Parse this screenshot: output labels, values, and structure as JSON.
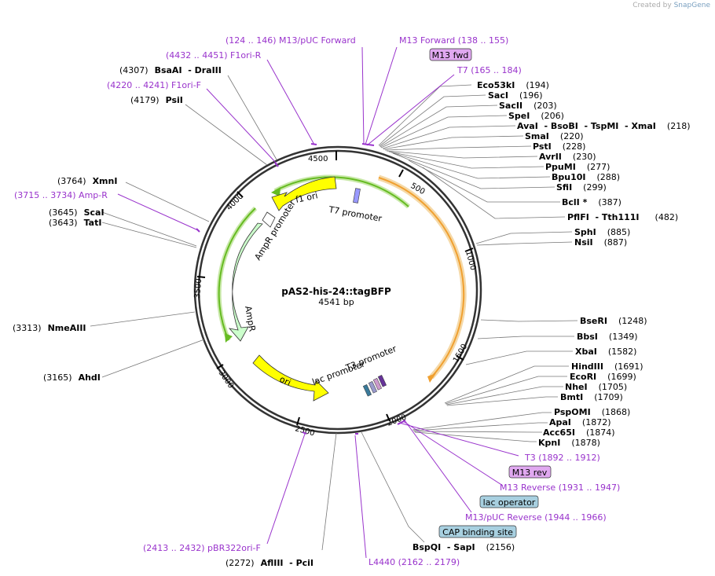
{
  "credit": "Created by",
  "credit_brand": "SnapGene",
  "plasmid": {
    "name": "pAS2-his-24::tagBFP",
    "length_label": "4541 bp"
  },
  "ticks": [
    "500",
    "1000",
    "1500",
    "2000",
    "2500",
    "3000",
    "3500",
    "4000",
    "4500"
  ],
  "features": {
    "f1ori": "f1 ori",
    "t7prom": "T7 promoter",
    "amprprom": "AmpR promoter",
    "ampr": "AmpR",
    "ori": "ori",
    "t3prom": "T3 promoter",
    "lacprom": "lac promoter"
  },
  "right_labels": [
    {
      "enz": "Eco53kI",
      "pos": "(194)"
    },
    {
      "enz": "SacI",
      "pos": "(196)"
    },
    {
      "enz": "SacII",
      "pos": "(203)"
    },
    {
      "enz": "SpeI",
      "pos": "(206)"
    },
    {
      "enz": "AvaI  - BsoBI  - TspMI  - XmaI",
      "pos": "(218)"
    },
    {
      "enz": "SmaI",
      "pos": "(220)"
    },
    {
      "enz": "PstI",
      "pos": "(228)"
    },
    {
      "enz": "AvrII",
      "pos": "(230)"
    },
    {
      "enz": "PpuMI",
      "pos": "(277)"
    },
    {
      "enz": "Bpu10I",
      "pos": "(288)"
    },
    {
      "enz": "SfiI",
      "pos": "(299)"
    },
    {
      "enz": "BclI *",
      "pos": "(387)"
    },
    {
      "enz": "PflFI  - Tth111I",
      "pos": "(482)"
    },
    {
      "enz": "SphI",
      "pos": "(885)"
    },
    {
      "enz": "NsiI",
      "pos": "(887)"
    },
    {
      "enz": "BseRI",
      "pos": "(1248)"
    },
    {
      "enz": "BbsI",
      "pos": "(1349)"
    },
    {
      "enz": "XbaI",
      "pos": "(1582)"
    },
    {
      "enz": "HindIII",
      "pos": "(1691)"
    },
    {
      "enz": "EcoRI",
      "pos": "(1699)"
    },
    {
      "enz": "NheI",
      "pos": "(1705)"
    },
    {
      "enz": "BmtI",
      "pos": "(1709)"
    },
    {
      "enz": "PspOMI",
      "pos": "(1868)"
    },
    {
      "enz": "ApaI",
      "pos": "(1872)"
    },
    {
      "enz": "Acc65I",
      "pos": "(1874)"
    },
    {
      "enz": "KpnI",
      "pos": "(1878)"
    },
    {
      "enz": "BspQI  - SapI",
      "pos": "(2156)"
    }
  ],
  "left_labels": [
    {
      "enz": "BsaAI  - DraIII",
      "pos": "(4307)"
    },
    {
      "enz": "PsiI",
      "pos": "(4179)"
    },
    {
      "enz": "XmnI",
      "pos": "(3764)"
    },
    {
      "enz": "ScaI",
      "pos": "(3645)"
    },
    {
      "enz": "TatI",
      "pos": "(3643)"
    },
    {
      "enz": "NmeAIII",
      "pos": "(3313)"
    },
    {
      "enz": "AhdI",
      "pos": "(3165)"
    },
    {
      "enz": "AflIII  - PciI",
      "pos": "(2272)"
    }
  ],
  "primers": [
    {
      "text": "(124 .. 146)  M13/pUC Forward"
    },
    {
      "text": "M13 Forward   (138 .. 155)"
    },
    {
      "text": "T7   (165 .. 184)"
    },
    {
      "text": "(4432 .. 4451)  F1ori-R"
    },
    {
      "text": "(4220 .. 4241)  F1ori-F"
    },
    {
      "text": "(3715 .. 3734)  Amp-R"
    },
    {
      "text": "T3   (1892 .. 1912)"
    },
    {
      "text": "M13 Reverse   (1931 .. 1947)"
    },
    {
      "text": "M13/pUC Reverse   (1944 .. 1966)"
    },
    {
      "text": "(2413 .. 2432)  pBR322ori-F"
    },
    {
      "text": "L4440   (2162 .. 2179)"
    }
  ],
  "boxes": {
    "m13fwd": "M13 fwd",
    "m13rev": "M13 rev",
    "lacop": "lac operator",
    "cap": "CAP binding site"
  },
  "colors": {
    "primer": "#9933cc",
    "f1ori": "#ffff00",
    "ori": "#ffff00",
    "ampr": "#ccffcc",
    "tagbfp_arc": "#f0a030",
    "green_arc": "#66bb22",
    "box_purple": "#e0a8f0",
    "box_blue": "#a8d0e0"
  }
}
